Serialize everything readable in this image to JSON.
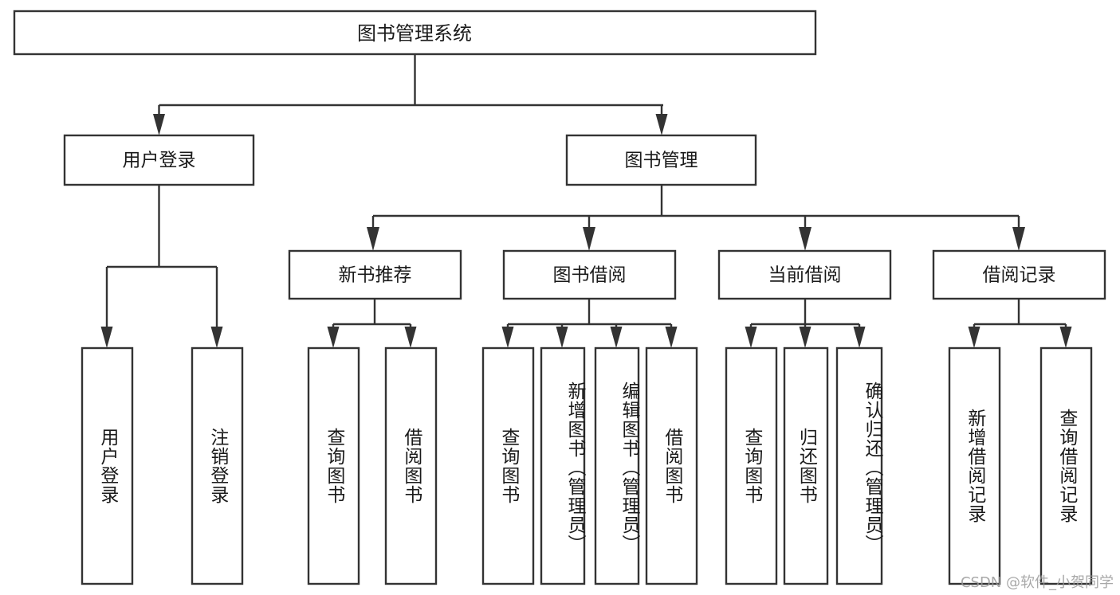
{
  "diagram": {
    "title": "图书管理系统",
    "type": "tree",
    "orientation": "top-down",
    "watermark": "CSDN @软件_小贺同学",
    "colors": {
      "background": "#ffffff",
      "stroke": "#333333",
      "box_fill": "#ffffff",
      "text": "#1a1a1a",
      "watermark": "#9a9a9a"
    },
    "nodes": {
      "root": {
        "label": "图书管理系统",
        "level": 0
      },
      "level1": [
        {
          "id": "user-login",
          "label": "用户登录"
        },
        {
          "id": "book-manage",
          "label": "图书管理"
        }
      ],
      "level2": [
        {
          "id": "new-book-recommend",
          "label": "新书推荐",
          "parent": "book-manage"
        },
        {
          "id": "book-borrow",
          "label": "图书借阅",
          "parent": "book-manage"
        },
        {
          "id": "current-borrow",
          "label": "当前借阅",
          "parent": "book-manage"
        },
        {
          "id": "borrow-record",
          "label": "借阅记录",
          "parent": "book-manage"
        }
      ],
      "leaves": [
        {
          "id": "leaf-user-login",
          "label": "用户登录",
          "parent": "user-login"
        },
        {
          "id": "leaf-logout-login",
          "label": "注销登录",
          "parent": "user-login"
        },
        {
          "id": "leaf-query-book-1",
          "label": "查询图书",
          "parent": "new-book-recommend"
        },
        {
          "id": "leaf-borrow-book-1",
          "label": "借阅图书",
          "parent": "new-book-recommend"
        },
        {
          "id": "leaf-query-book-2",
          "label": "查询图书",
          "parent": "book-borrow"
        },
        {
          "id": "leaf-add-book",
          "label": "新增图书（管理员）",
          "parent": "book-borrow"
        },
        {
          "id": "leaf-edit-book",
          "label": "编辑图书（管理员）",
          "parent": "book-borrow"
        },
        {
          "id": "leaf-borrow-book-2",
          "label": "借阅图书",
          "parent": "book-borrow"
        },
        {
          "id": "leaf-query-book-3",
          "label": "查询图书",
          "parent": "current-borrow"
        },
        {
          "id": "leaf-return-book",
          "label": "归还图书",
          "parent": "current-borrow"
        },
        {
          "id": "leaf-confirm-return",
          "label": "确认归还（管理员）",
          "parent": "current-borrow"
        },
        {
          "id": "leaf-add-record",
          "label": "新增借阅记录",
          "parent": "borrow-record"
        },
        {
          "id": "leaf-query-record",
          "label": "查询借阅记录",
          "parent": "borrow-record"
        }
      ]
    }
  }
}
